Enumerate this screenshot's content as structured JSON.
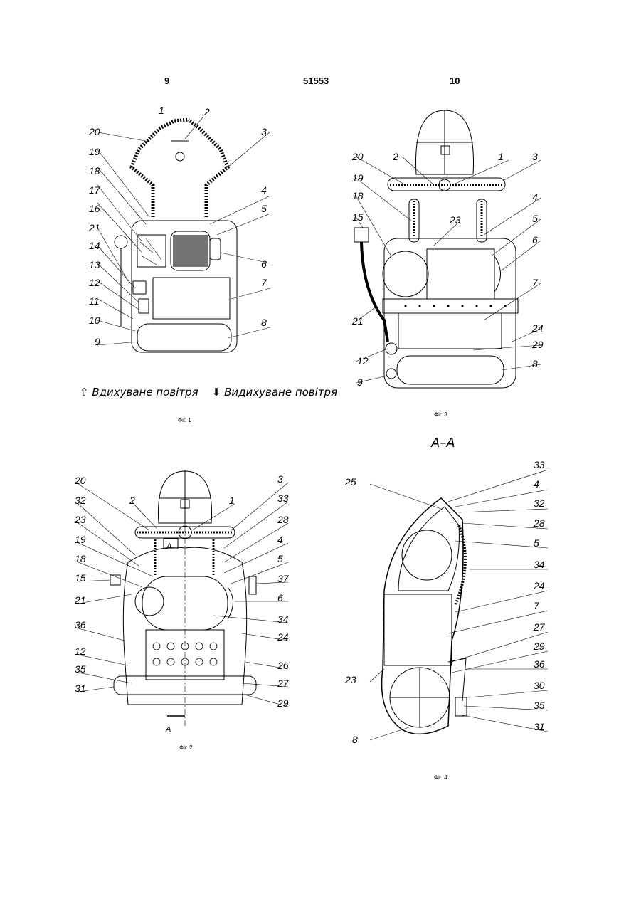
{
  "header": {
    "left": "9",
    "center": "51553",
    "right": "10"
  },
  "figures": {
    "fig1": {
      "caption": "Фіг. 1",
      "labels_left": [
        "1",
        "20",
        "19",
        "18",
        "17",
        "16",
        "21",
        "14",
        "13",
        "12",
        "11",
        "10",
        "9"
      ],
      "labels_right": [
        "2",
        "3",
        "4",
        "5",
        "6",
        "7",
        "8"
      ]
    },
    "fig2": {
      "caption": "Фіг. 2",
      "labels_left": [
        "20",
        "32",
        "23",
        "19",
        "18",
        "15",
        "21",
        "36",
        "12",
        "35",
        "31",
        "2"
      ],
      "labels_right": [
        "1",
        "3",
        "33",
        "28",
        "4",
        "5",
        "37",
        "6",
        "34",
        "24",
        "26",
        "27",
        "29"
      ],
      "section_mark": "А"
    },
    "fig3": {
      "caption": "Фіг. 3",
      "labels_left": [
        "20",
        "2",
        "19",
        "18",
        "15",
        "21",
        "12",
        "9"
      ],
      "labels_right": [
        "1",
        "3",
        "23",
        "4",
        "5",
        "6",
        "7",
        "24",
        "29",
        "8"
      ]
    },
    "fig4": {
      "caption": "Фіг. 4",
      "section_title": "А–А",
      "labels_left": [
        "25",
        "23",
        "8"
      ],
      "labels_right": [
        "33",
        "4",
        "32",
        "28",
        "5",
        "34",
        "24",
        "7",
        "27",
        "29",
        "36",
        "30",
        "35",
        "31"
      ]
    }
  },
  "legend": {
    "inhaled": "Вдихуване повітря",
    "exhaled": "Видихуване повітря"
  }
}
